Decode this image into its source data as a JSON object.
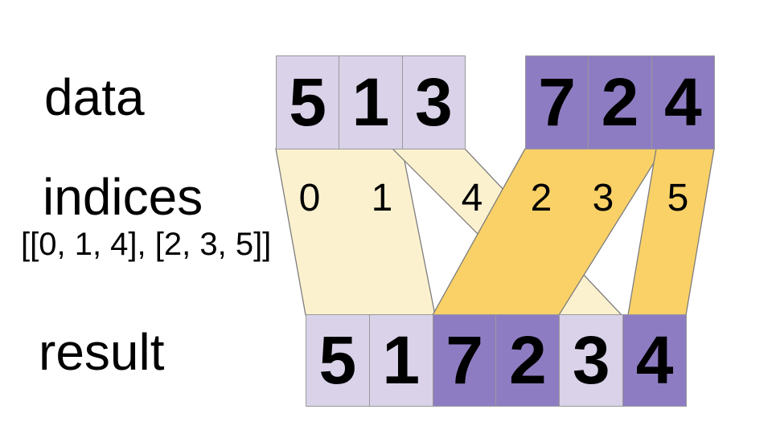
{
  "labels": {
    "data": "data",
    "indices": "indices",
    "indices_value": "[[0, 1, 4], [2, 3, 5]]",
    "result": "result"
  },
  "data_arrays": {
    "group1": {
      "values": [
        5,
        1,
        3
      ],
      "color_name": "light-purple"
    },
    "group2": {
      "values": [
        7,
        2,
        4
      ],
      "color_name": "dark-purple"
    }
  },
  "indices": {
    "nested": [
      [
        0,
        1,
        4
      ],
      [
        2,
        3,
        5
      ]
    ],
    "flat": [
      0,
      1,
      4,
      2,
      3,
      5
    ]
  },
  "result": {
    "values": [
      5,
      1,
      7,
      2,
      3,
      4
    ],
    "colors": [
      "light",
      "light",
      "dark",
      "dark",
      "light",
      "dark"
    ]
  },
  "colors": {
    "light_purple": "#d9d2e9",
    "dark_purple": "#8e7cc3",
    "cream": "#fcf1cf",
    "gold": "#fad167",
    "cell_border": "#999999",
    "ribbon_stroke": "#7d7d7d",
    "text": "#000000",
    "background": "#ffffff"
  }
}
